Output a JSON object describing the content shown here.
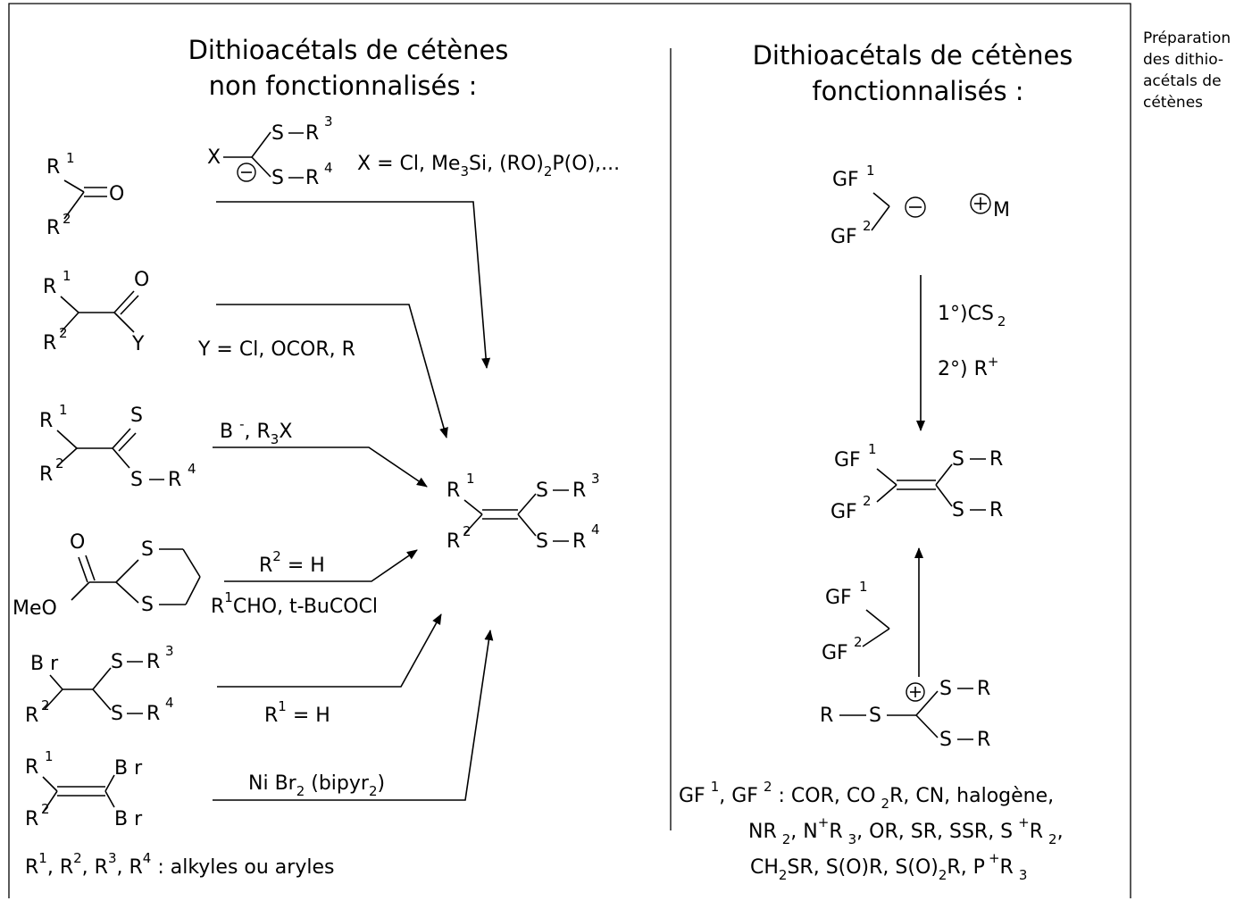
{
  "titles": {
    "left_line1": "Dithioacétals de cétènes",
    "left_line2": "non fonctionnalisés :",
    "right_line1": "Dithioacétals de cétènes",
    "right_line2": "fonctionnalisés :"
  },
  "side_caption": [
    "Préparation",
    "des dithio-",
    "acétals de",
    "cétènes"
  ],
  "atoms": {
    "R": "R",
    "S": "S",
    "O": "O",
    "X": "X",
    "Y": "Y",
    "MeO": "MeO",
    "Br": "B r",
    "GF": "GF",
    "M": "M",
    "minus": "−"
  },
  "sup": {
    "one": "1",
    "two": "2",
    "three": "3",
    "four": "4"
  },
  "conditions": {
    "x_def_a": "X = Cl, Me",
    "x_def_sub": "3",
    "x_def_b": "Si,  (RO)",
    "x_def_sub2": "2",
    "x_def_c": "P(O),...",
    "y_def": "Y = Cl, OCOR, R",
    "base_a": "B ",
    "base_minus": "-",
    "base_b": ", R",
    "base_sub": "3",
    "base_c": "X",
    "r2_h_a": "R",
    "r2_h_b": " = H",
    "aldehyde_a": "R",
    "aldehyde_b": "CHO, t-BuCOCl",
    "r1_h_a": "R",
    "r1_h_b": " = H",
    "nickel_a": "Ni  Br",
    "nickel_sub": "2",
    "nickel_b": "  (bipyr",
    "nickel_sub2": "2",
    "nickel_c": ")"
  },
  "legend_left": {
    "r1": "R",
    "r2": ", R",
    "r3": ", R",
    "r4": ", R",
    "tail": " : alkyles ou aryles"
  },
  "right_steps": {
    "step1_a": "1°)CS",
    "step1_sub": "2",
    "step2_a": "2°)  R",
    "step2_plus": "+"
  },
  "legend_right": {
    "line1_a": "GF",
    "line1_b": ", GF",
    "line1_c": " : COR, CO",
    "line1_sub": "2",
    "line1_d": "R, CN, halogène,",
    "line2_a": "NR",
    "line2_sub1": "2",
    "line2_b": ", N",
    "line2_plus": "+",
    "line2_c": "R",
    "line2_sub2": "3",
    "line2_d": ", OR, SR, SSR, S",
    "line2_plus2": "+",
    "line2_e": "R",
    "line2_sub3": "2",
    "line2_f": ",",
    "line3_a": "CH",
    "line3_sub1": "2",
    "line3_b": "SR,   S(O)R,  S(O)",
    "line3_sub2": "2",
    "line3_c": "R,  P",
    "line3_plus": "+",
    "line3_d": "R",
    "line3_sub3": "3"
  }
}
